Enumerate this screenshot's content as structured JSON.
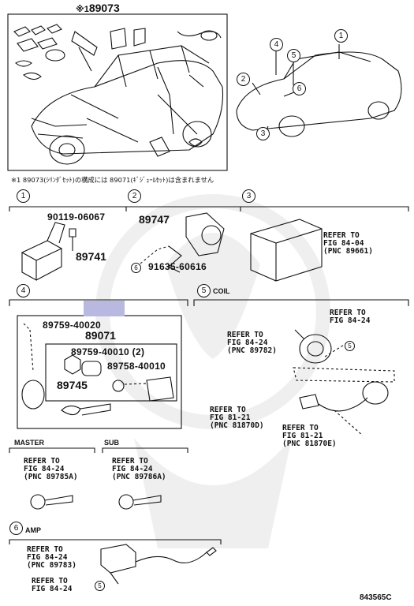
{
  "top_box": {
    "star": "※1",
    "part": "89073"
  },
  "note": "※1  89073(ｼﾘﾝﾀﾞｾｯﾄ)の構成には 89071(ｷﾞｼﾞｭｰﾙｾｯﾄ)は含まれません",
  "callouts": [
    "1",
    "2",
    "3",
    "4",
    "5",
    "6"
  ],
  "section1": {
    "num": "1",
    "bolt": "90119-06067",
    "part": "89741"
  },
  "section2": {
    "num": "2",
    "part": "89747",
    "sub": "6",
    "bolt": "91635-60616"
  },
  "section3": {
    "num": "3",
    "ref1": "REFER TO",
    "ref2": "FIG 84-04",
    "ref3": "(PNC 89661)"
  },
  "section4": {
    "num": "4",
    "head": "89071",
    "p1": "89759-40020",
    "p2": "89759-40010 (2)",
    "p3": "89758-40010",
    "p4": "89745"
  },
  "section5": {
    "num": "5",
    "label": "COIL",
    "refA": [
      "REFER TO",
      "FIG 84-24",
      "(PNC 89782)"
    ],
    "refB": [
      "REFER TO",
      "FIG 84-24"
    ],
    "refC": [
      "REFER TO",
      "FIG 81-21",
      "(PNC 81870D)"
    ],
    "refD": [
      "REFER TO",
      "FIG 81-21",
      "(PNC 81870E)"
    ],
    "sub": "5"
  },
  "master": {
    "label": "MASTER",
    "ref": [
      "REFER TO",
      "FIG 84-24",
      "(PNC 89785A)"
    ]
  },
  "sub_key": {
    "label": "SUB",
    "ref": [
      "REFER TO",
      "FIG 84-24",
      "(PNC 89786A)"
    ]
  },
  "section6": {
    "num": "6",
    "label": "AMP",
    "refA": [
      "REFER TO",
      "FIG 84-24",
      "(PNC 89783)"
    ],
    "refB": [
      "REFER TO",
      "FIG 84-24"
    ],
    "sub": "5"
  },
  "footer": {
    "code": "843565C"
  }
}
